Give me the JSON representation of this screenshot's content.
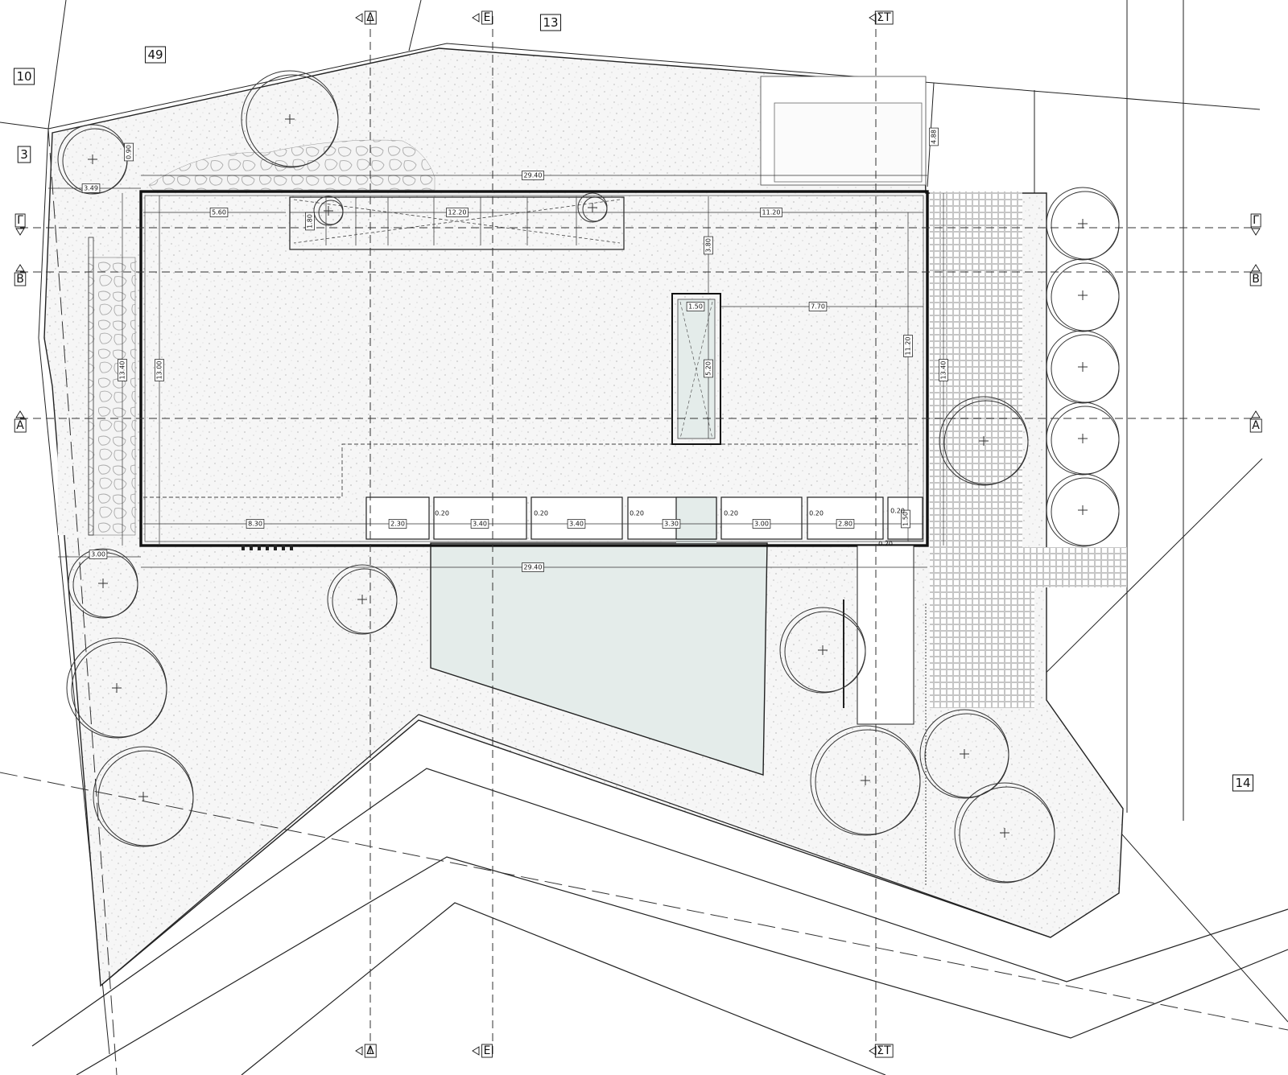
{
  "plot_numbers": [
    "49",
    "10",
    "3",
    "13",
    "14"
  ],
  "section_markers": {
    "top": [
      "Δ",
      "Ε",
      "ΣΤ"
    ],
    "bottom": [
      "Δ",
      "Ε",
      "ΣΤ"
    ],
    "left": [
      "Γ",
      "Β",
      "Α"
    ],
    "right": [
      "Γ",
      "Β",
      "Α"
    ]
  },
  "dimensions": {
    "overall_top": "29.40",
    "overall_bottom": "29.40",
    "left_offset_top": "3.49",
    "left_offset_bottom": "3.00",
    "small_corner": "0.90",
    "right_edge": "4.88",
    "upper_left": "5.60",
    "upper_mid": "12.20",
    "upper_right": "11.20",
    "upper_small": "1.80",
    "court_height": "3.80",
    "court_width": "1.50",
    "court_right": "7.70",
    "court_length": "5.20",
    "left_height": "13.40",
    "inner_left_height": "13.00",
    "right_inner_height": "11.20",
    "right_outer_height": "13.40",
    "room_1": "8.30",
    "room_2": "2.30",
    "room_3": "3.40",
    "room_4": "3.40",
    "room_5": "3.30",
    "room_6": "3.00",
    "room_7": "2.80",
    "room_8": "1.50",
    "gap": "0.20"
  }
}
